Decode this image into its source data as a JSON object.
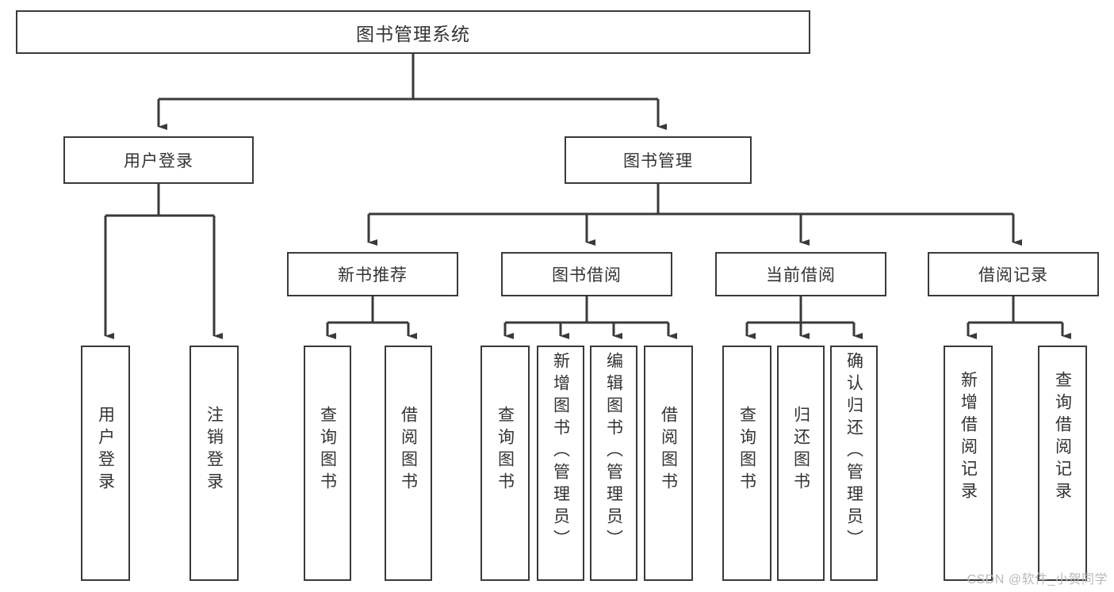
{
  "diagram": {
    "title": "图书管理系统",
    "type": "tree",
    "watermark": "CSDN @软件_小贺同学",
    "colors": {
      "border": "#3a3a3a",
      "text": "#333333",
      "background": "#ffffff",
      "watermark": "#b9b9b9"
    },
    "root": {
      "label": "图书管理系统"
    },
    "level2": [
      {
        "label": "用户登录"
      },
      {
        "label": "图书管理"
      }
    ],
    "level3": [
      {
        "label": "新书推荐"
      },
      {
        "label": "图书借阅"
      },
      {
        "label": "当前借阅"
      },
      {
        "label": "借阅记录"
      }
    ],
    "leaves": {
      "user_login": [
        {
          "label": "用户登录"
        },
        {
          "label": "注销登录"
        }
      ],
      "new_book_recommend": [
        {
          "label": "查询图书"
        },
        {
          "label": "借阅图书"
        }
      ],
      "book_borrow": [
        {
          "label": "查询图书"
        },
        {
          "label": "新增图书（管理员）"
        },
        {
          "label": "编辑图书（管理员）"
        },
        {
          "label": "借阅图书"
        }
      ],
      "current_borrow": [
        {
          "label": "查询图书"
        },
        {
          "label": "归还图书"
        },
        {
          "label": "确认归还（管理员）"
        }
      ],
      "borrow_record": [
        {
          "label": "新增借阅记录"
        },
        {
          "label": "查询借阅记录"
        }
      ]
    }
  }
}
